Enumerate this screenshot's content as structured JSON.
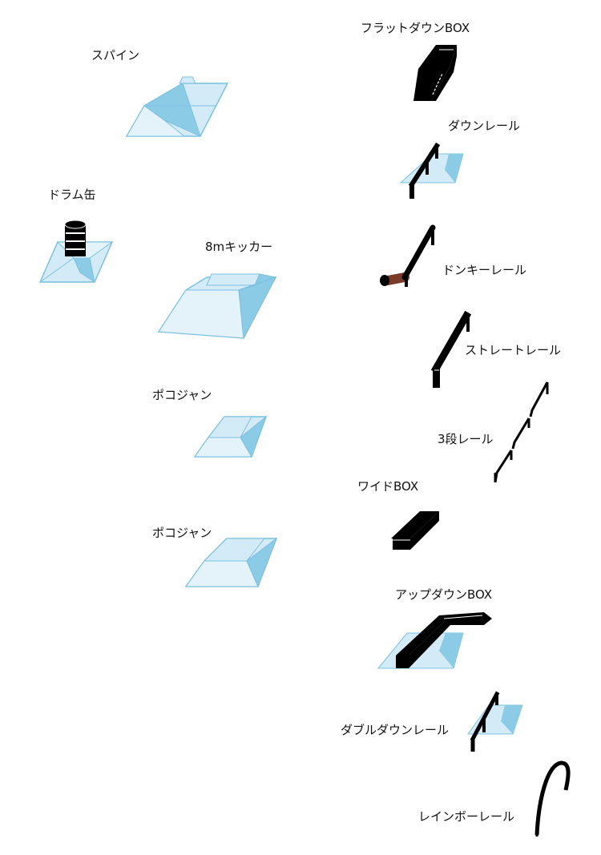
{
  "colors": {
    "ramp_fill": "#d3ebf7",
    "ramp_shade": "#8ccbe6",
    "ramp_edge": "#7cc0e0",
    "rail": "#000000",
    "highlight": "#ffffff",
    "barrel_rust": "#7a3a28"
  },
  "labels": {
    "spine": "スパイン",
    "drum": "ドラム缶",
    "kicker": "8mキッカー",
    "pogo1": "ポコジャン",
    "pogo2": "ポコジャン",
    "flat_down_box": "フラットダウンBOX",
    "down_rail": "ダウンレール",
    "donkey_rail": "ドンキーレール",
    "straight_rail": "ストレートレール",
    "three_step_rail": "3段レール",
    "wide_box": "ワイドBOX",
    "updown_box": "アップダウンBOX",
    "double_down_rail": "ダブルダウンレール",
    "rainbow_rail": "レインボーレール"
  }
}
